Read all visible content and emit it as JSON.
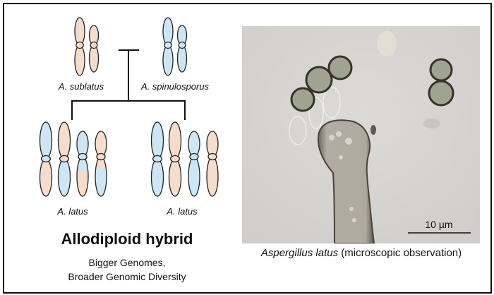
{
  "diagram": {
    "parents": [
      {
        "label": "A. sublatus",
        "color": "#f5dccb"
      },
      {
        "label": "A. spinulosporus",
        "color": "#cce6f5"
      }
    ],
    "offspring": [
      {
        "label": "A. latus"
      },
      {
        "label": "A. latus"
      }
    ],
    "title": "Allodiploid hybrid",
    "subtitle_line1": "Bigger Genomes,",
    "subtitle_line2": "Broader Genomic Diversity"
  },
  "photo": {
    "caption_species": "Aspergillus latus",
    "caption_rest": "(microscopic observation)",
    "scale_bar_label": "10 µm"
  },
  "colors": {
    "parent1": "#f5dccb",
    "parent2": "#cce6f5",
    "outline": "#222222"
  }
}
